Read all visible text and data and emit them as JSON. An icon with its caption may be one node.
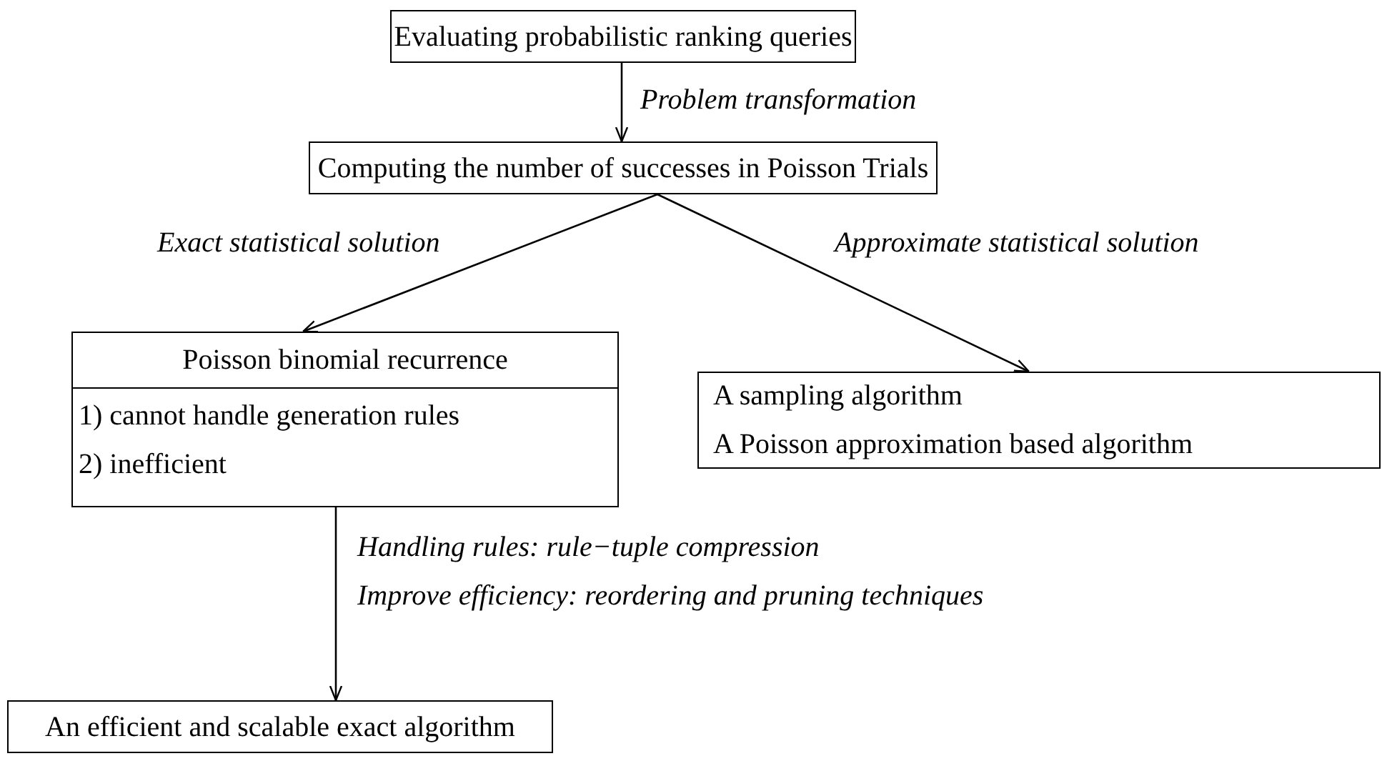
{
  "diagram": {
    "nodes": [
      {
        "text": [
          "Evaluating probabilistic ranking queries"
        ]
      },
      {
        "text": [
          "Computing the number of successes in Poisson Trials"
        ]
      },
      {
        "text": [
          "Poisson binomial recurrence",
          "1) cannot handle generation rules",
          "2) inefficient"
        ]
      },
      {
        "text": [
          "A sampling algorithm",
          "A Poisson approximation based algorithm"
        ]
      },
      {
        "text": [
          "An efficient and scalable exact algorithm"
        ]
      }
    ],
    "edges": [
      {
        "from": 0,
        "to": 1,
        "arrow": "to",
        "label": "Problem transformation"
      },
      {
        "from": 1,
        "to": 2,
        "arrow": "to",
        "label": "Exact statistical solution"
      },
      {
        "from": 1,
        "to": 3,
        "arrow": "to",
        "label": "Approximate statistical solution"
      },
      {
        "from": 2,
        "to": 4,
        "arrow": "to",
        "label": "Handling rules: rule−tuple compression"
      }
    ],
    "labels": [
      "Improve efficiency: reordering and pruning techniques"
    ]
  }
}
